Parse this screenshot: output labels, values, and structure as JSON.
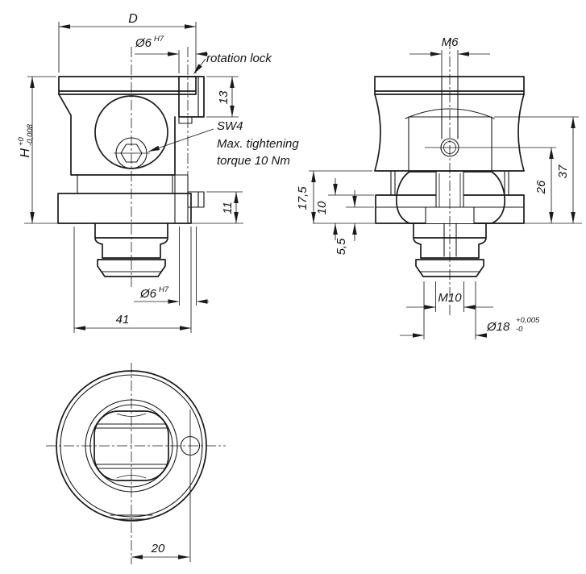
{
  "views": {
    "front": {
      "dims": {
        "width_top": "D",
        "pin_dia_top": {
          "v": "Ø6",
          "fit": "H7"
        },
        "lock_depth": "13",
        "total_height": {
          "v": "H",
          "tol_up": "+0",
          "tol_low": "-0,008"
        },
        "flange_height": "11",
        "pin_dia_bottom": {
          "v": "Ø6",
          "fit": "H7"
        },
        "body_width": "41"
      },
      "notes": {
        "rotation_lock": "rotation lock",
        "hex_size": "SW4",
        "torque_line1": "Max. tightening",
        "torque_line2": "torque 10 Nm"
      }
    },
    "side": {
      "dims": {
        "thread_top": "M6",
        "height_total": "37",
        "height_pin_center": "26",
        "height_body": "17,5",
        "height_flange": "10",
        "height_step": "5,5",
        "thread_stud": "M10",
        "stud_dia": {
          "v": "Ø18",
          "tol_up": "+0,005",
          "tol_low": "-0"
        }
      }
    },
    "bottom": {
      "dims": {
        "pin_offset": "20"
      }
    }
  }
}
